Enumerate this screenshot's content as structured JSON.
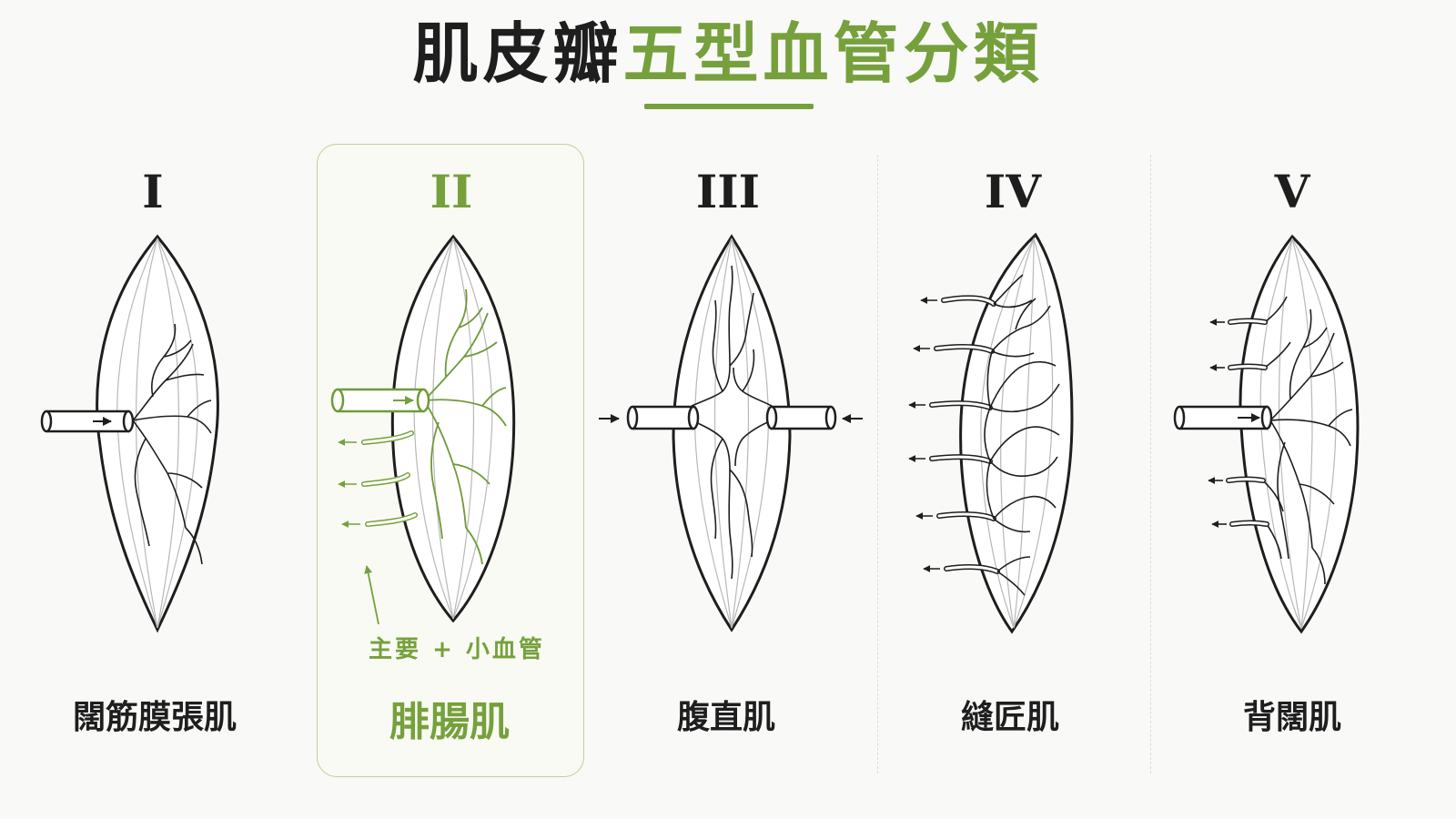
{
  "title": {
    "part1": "肌皮瓣",
    "part2": "五型血管分類"
  },
  "colors": {
    "accent": "#76a03c",
    "text": "#1e1e1e",
    "background": "#f9f9f8"
  },
  "types": [
    {
      "numeral": "I",
      "muscle": "闊筋膜張肌"
    },
    {
      "numeral": "II",
      "muscle": "腓腸肌",
      "annotation": "主要 + 小血管",
      "highlighted": true
    },
    {
      "numeral": "III",
      "muscle": "腹直肌"
    },
    {
      "numeral": "IV",
      "muscle": "縫匠肌"
    },
    {
      "numeral": "V",
      "muscle": "背闊肌"
    }
  ]
}
